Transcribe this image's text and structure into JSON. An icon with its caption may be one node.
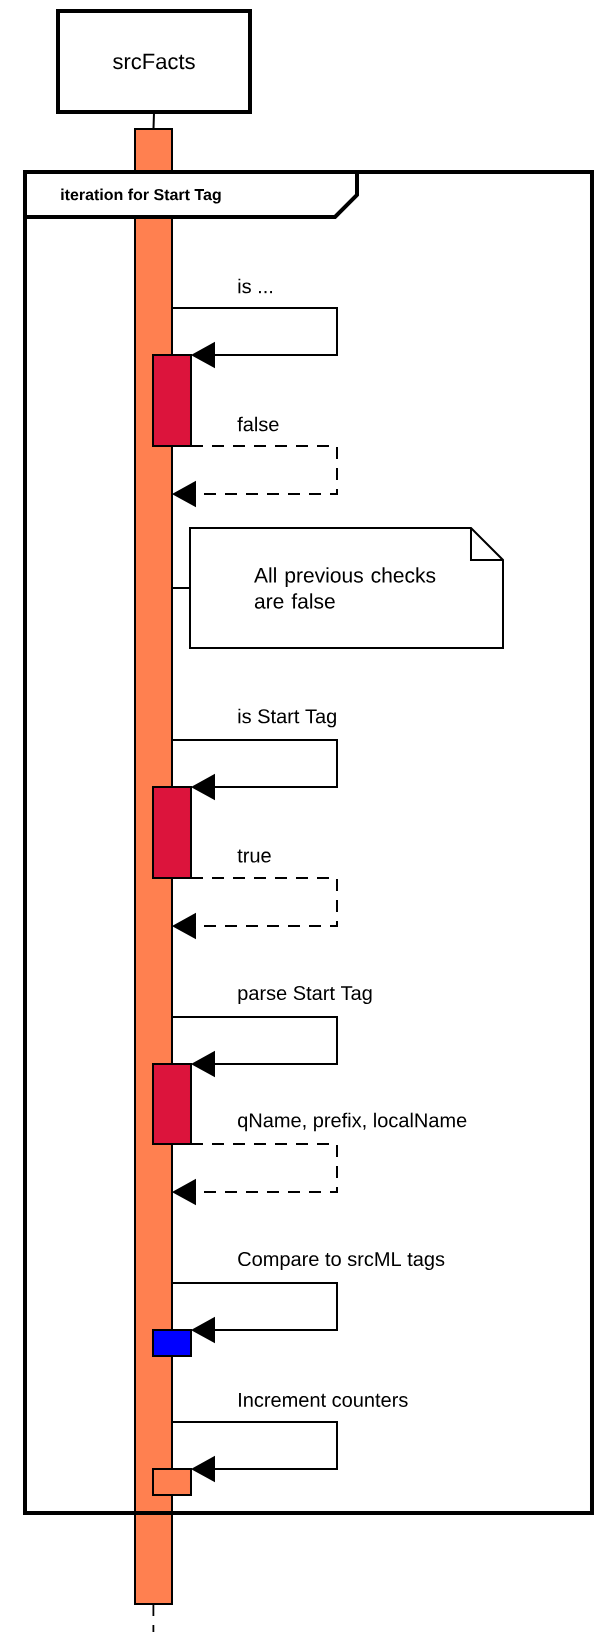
{
  "diagram": {
    "nodes": [
      {
        "text": [
          "srcFacts"
        ]
      },
      {
        "text": [],
        "shape": "bar"
      },
      {
        "text": [
          "iteration for Start Tag"
        ]
      },
      {
        "text": [],
        "shape": "bar",
        "in": 2
      },
      {
        "text": [
          "All previous checks are false"
        ],
        "in": 2
      },
      {
        "text": [],
        "shape": "bar",
        "in": 2
      },
      {
        "text": [],
        "shape": "bar",
        "in": 2
      },
      {
        "text": [],
        "shape": "bar",
        "in": 2
      },
      {
        "text": [],
        "shape": "bar",
        "in": 2
      }
    ],
    "edges": [
      {
        "from": 0,
        "to": 1,
        "arrow": "none"
      },
      {
        "from": 1,
        "to": 3,
        "arrow": "to",
        "label": "is ..."
      },
      {
        "from": 3,
        "to": 1,
        "arrow": "to",
        "label": "false",
        "style": "dashed"
      },
      {
        "from": 1,
        "to": 4,
        "arrow": "none"
      },
      {
        "from": 1,
        "to": 5,
        "arrow": "to",
        "label": "is Start Tag"
      },
      {
        "from": 5,
        "to": 1,
        "arrow": "to",
        "label": "true",
        "style": "dashed"
      },
      {
        "from": 1,
        "to": 6,
        "arrow": "to",
        "label": "parse Start Tag"
      },
      {
        "from": 6,
        "to": 1,
        "arrow": "to",
        "label": "qName, prefix, localName",
        "style": "dashed"
      },
      {
        "from": 1,
        "to": 7,
        "arrow": "to",
        "label": "Compare to srcML tags"
      },
      {
        "from": 1,
        "to": 8,
        "arrow": "to",
        "label": "Increment counters"
      },
      {
        "from": 1,
        "to": null,
        "arrow": "none",
        "style": "dashed"
      }
    ]
  }
}
